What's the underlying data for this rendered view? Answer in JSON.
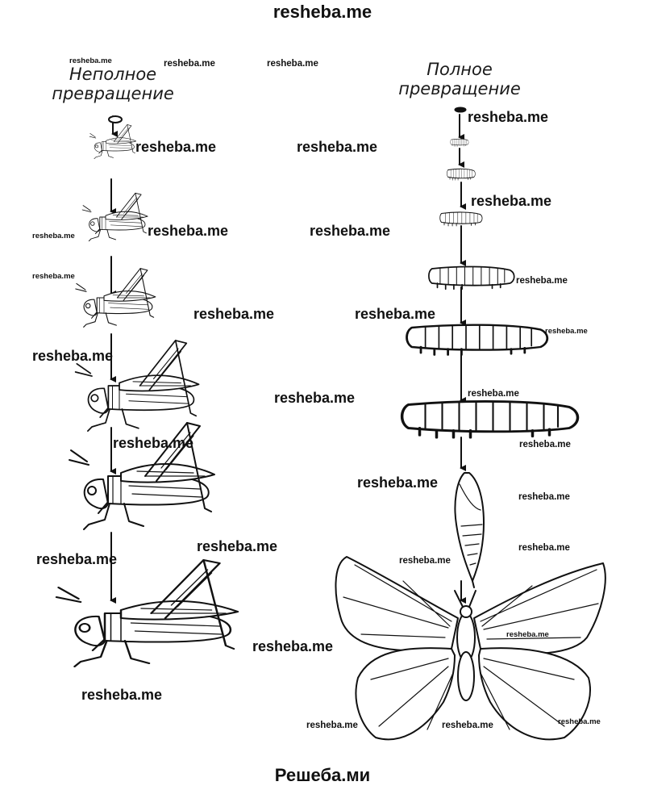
{
  "header": {
    "site": "resheba.me"
  },
  "footer": {
    "site": "Решеба.ми"
  },
  "left_column": {
    "heading_line1": "Неполное",
    "heading_line2": "превращение"
  },
  "right_column": {
    "heading_line1": "Полное",
    "heading_line2": "превращение"
  },
  "watermark": "resheba.me",
  "icons": {
    "left_stages": [
      "grasshopper-egg-icon",
      "grasshopper-nymph-icon",
      "grasshopper-adult-icon"
    ],
    "right_stages": [
      "egg-icon",
      "larva-icon",
      "pupa-icon",
      "butterfly-icon"
    ],
    "arrows": "arrow-down-icon"
  }
}
